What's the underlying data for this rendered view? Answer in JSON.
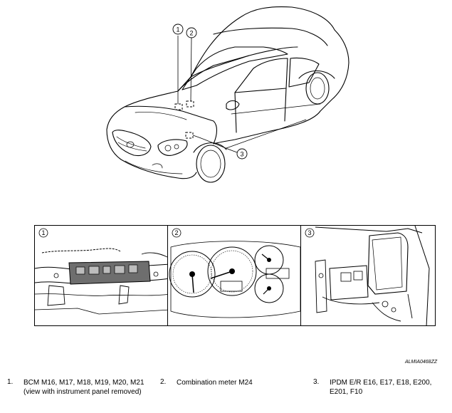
{
  "callouts": {
    "c1": "1",
    "c2": "2",
    "c3": "3"
  },
  "reference_code": "ALMIA0468ZZ",
  "legend": [
    {
      "num": "1.",
      "text": "BCM M16, M17, M18, M19, M20, M21 (view with instrument panel removed)"
    },
    {
      "num": "2.",
      "text": "Combination meter M24"
    },
    {
      "num": "3.",
      "text": "IPDM E/R E16, E17, E18, E200, E201, F10"
    }
  ]
}
